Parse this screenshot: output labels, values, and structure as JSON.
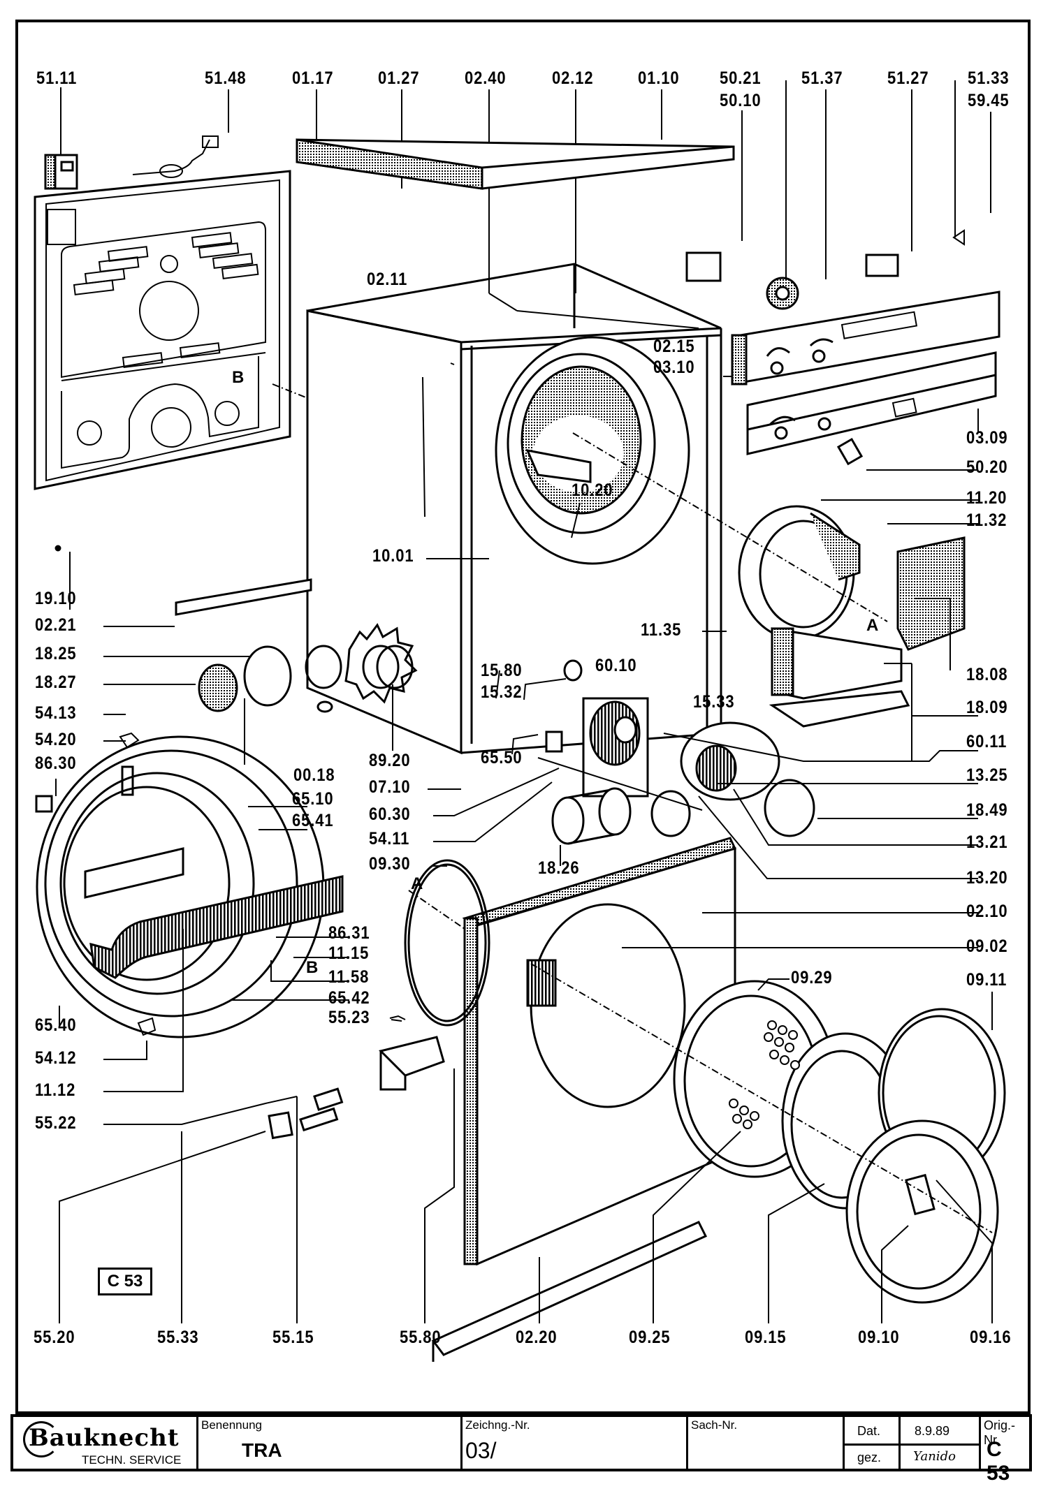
{
  "document": {
    "type": "exploded parts diagram",
    "sheet_code_box": "C 53"
  },
  "labels": {
    "top": [
      "51.11",
      "51.48",
      "01.17",
      "01.27",
      "02.40",
      "02.12",
      "01.10",
      "50.21",
      "50.10",
      "51.37",
      "51.27",
      "51.33",
      "59.45"
    ],
    "upper_mid": [
      "02.11",
      "02.15",
      "03.10",
      "03.09",
      "50.20",
      "10.20",
      "11.20",
      "11.32",
      "10.01"
    ],
    "left": [
      "19.10",
      "02.21",
      "18.25",
      "18.27",
      "54.13",
      "54.20",
      "86.30",
      "65.40",
      "54.12",
      "11.12",
      "55.22"
    ],
    "center": [
      "11.35",
      "15.80",
      "15.32",
      "60.10",
      "15.33",
      "65.50",
      "00.18",
      "89.20",
      "07.10",
      "65.10",
      "65.41",
      "60.30",
      "54.11",
      "09.30",
      "18.26",
      "86.31",
      "11.15",
      "11.58",
      "65.42",
      "55.23",
      "09.29"
    ],
    "right": [
      "18.08",
      "18.09",
      "60.11",
      "13.25",
      "18.49",
      "13.21",
      "13.20",
      "02.10",
      "09.02",
      "09.11"
    ],
    "bottom": [
      "55.20",
      "55.33",
      "55.15",
      "55.80",
      "02.20",
      "09.25",
      "09.15",
      "09.10",
      "09.16"
    ],
    "reference_letters": [
      "A",
      "A",
      "B",
      "B"
    ]
  },
  "title_block": {
    "brand": "Bauknecht",
    "brand_sub": "TECHN. SERVICE",
    "benennung_caption": "Benennung",
    "benennung_value": "TRA",
    "zeichng_caption": "Zeichng.-Nr.",
    "zeichng_value": "03/",
    "sach_caption": "Sach-Nr.",
    "sach_value": "",
    "dat_caption": "Dat.",
    "dat_value": "8.9.89",
    "gez_caption": "gez.",
    "gez_value": "Yanido",
    "orig_caption": "Orig.-Nr.",
    "orig_value": "C 53"
  }
}
